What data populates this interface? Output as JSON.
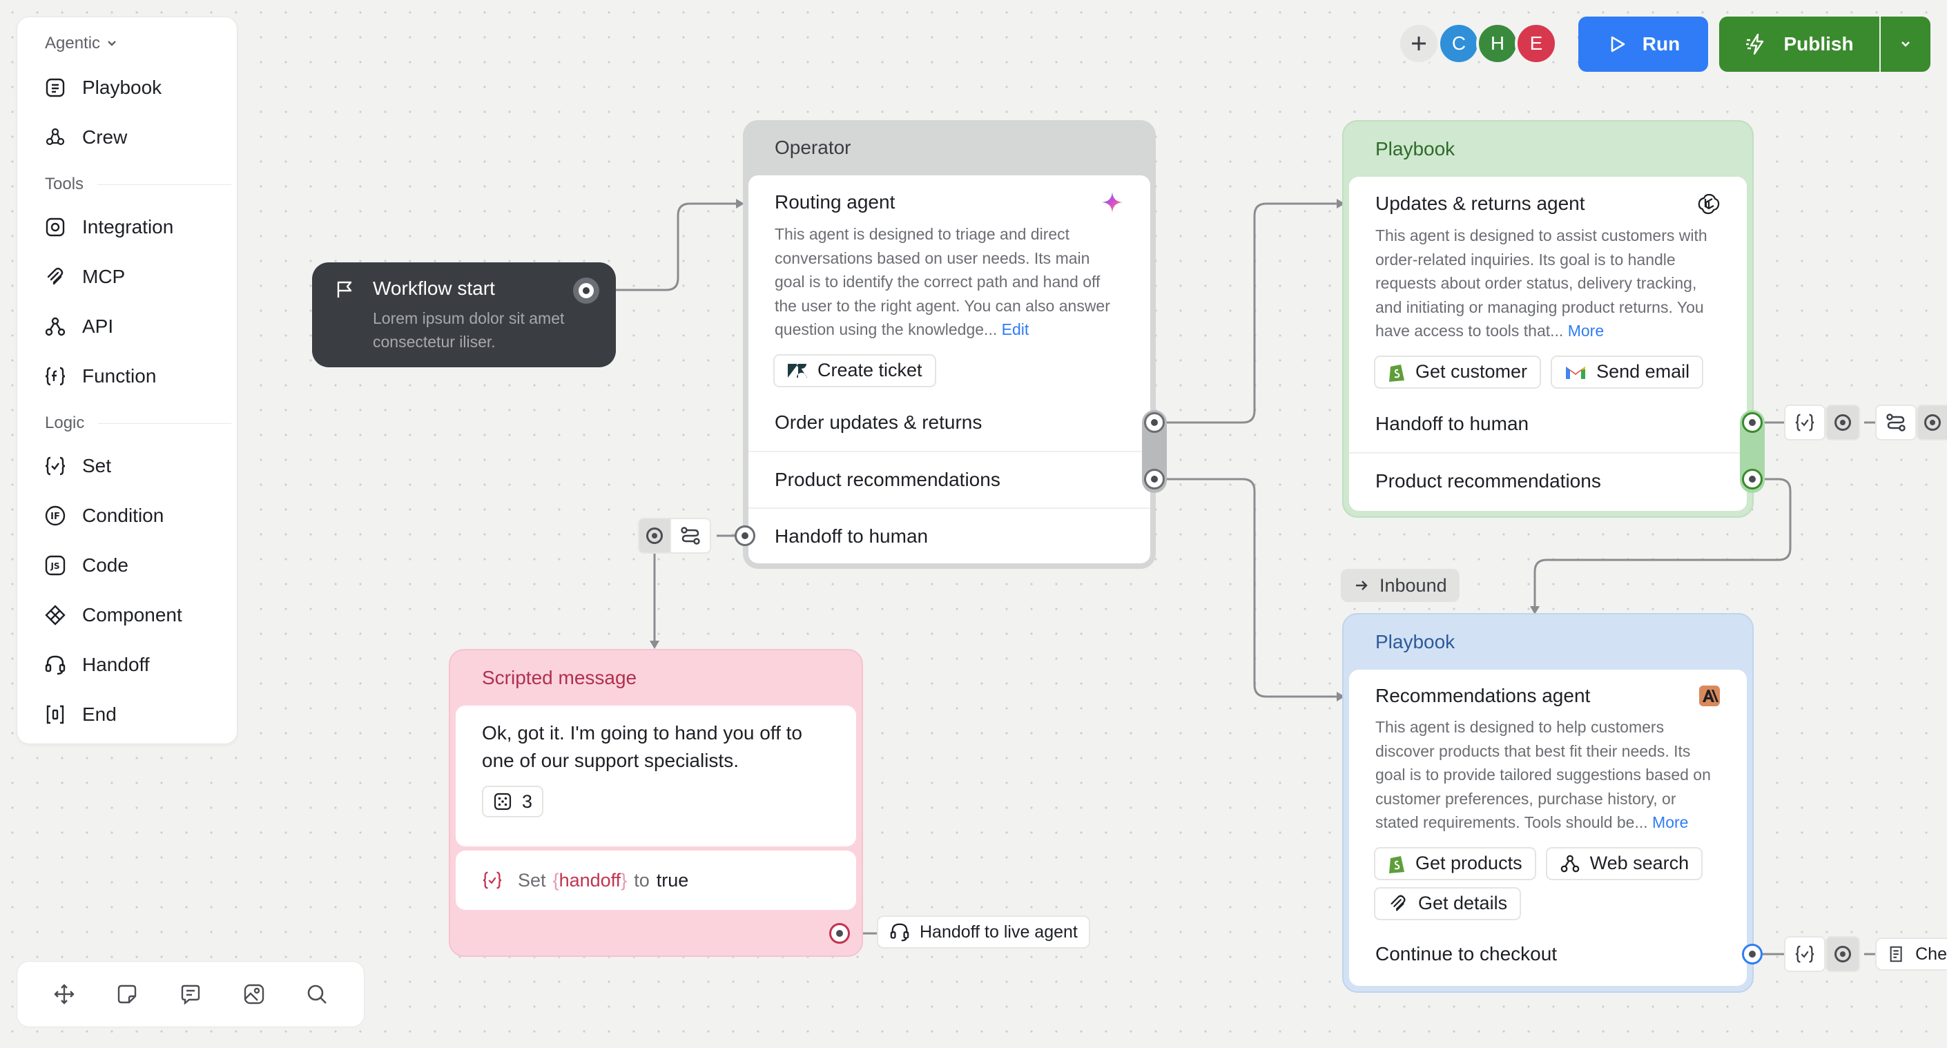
{
  "sidebar": {
    "sections": [
      {
        "title": "Agentic",
        "items": [
          {
            "label": "Playbook",
            "icon": "playbook-icon"
          },
          {
            "label": "Crew",
            "icon": "crew-icon"
          }
        ]
      },
      {
        "title": "Tools",
        "items": [
          {
            "label": "Integration",
            "icon": "integration-icon"
          },
          {
            "label": "MCP",
            "icon": "mcp-icon"
          },
          {
            "label": "API",
            "icon": "api-icon"
          },
          {
            "label": "Function",
            "icon": "function-icon"
          }
        ]
      },
      {
        "title": "Logic",
        "items": [
          {
            "label": "Set",
            "icon": "set-variable-icon"
          },
          {
            "label": "Condition",
            "icon": "condition-icon"
          },
          {
            "label": "Code",
            "icon": "code-icon"
          },
          {
            "label": "Component",
            "icon": "component-icon"
          },
          {
            "label": "Handoff",
            "icon": "headset-icon"
          },
          {
            "label": "End",
            "icon": "end-icon"
          }
        ]
      }
    ]
  },
  "topbar": {
    "avatars": [
      {
        "initial": "C",
        "color": "#2f8fd8"
      },
      {
        "initial": "H",
        "color": "#3a8a3e"
      },
      {
        "initial": "E",
        "color": "#d8384e"
      }
    ],
    "run_label": "Run",
    "publish_label": "Publish"
  },
  "start": {
    "title": "Workflow start",
    "desc": "Lorem ipsum dolor sit amet consectetur iliser."
  },
  "operator": {
    "header": "Operator",
    "agent_title": "Routing agent",
    "desc": "This agent is designed to triage and direct conversations based on user needs. Its main goal is to identify the correct path and hand off the user to the right agent. You can also answer question using the knowledge...",
    "desc_link": "Edit",
    "tool": "Create ticket",
    "routes": [
      "Order updates & returns",
      "Product recommendations",
      "Handoff to human"
    ]
  },
  "playbook_updates": {
    "header": "Playbook",
    "agent_title": "Updates & returns agent",
    "desc": "This agent is designed to assist customers with order-related inquiries. Its goal is to handle requests about order status, delivery tracking, and initiating or managing product returns. You have access to tools that...",
    "desc_link": "More",
    "tools": [
      "Get customer",
      "Send email"
    ],
    "routes": [
      "Handoff to human",
      "Product recommendations"
    ]
  },
  "inbound_label": "Inbound",
  "playbook_reco": {
    "header": "Playbook",
    "agent_title": "Recommendations agent",
    "desc": "This agent is designed to help customers discover products that best fit their needs. Its goal is to provide tailored suggestions based on customer preferences, purchase history, or stated requirements. Tools should be...",
    "desc_link": "More",
    "tools": [
      "Get products",
      "Web search",
      "Get details"
    ],
    "routes": [
      "Continue to checkout"
    ],
    "next_label": "Che"
  },
  "scripted": {
    "header": "Scripted message",
    "message": "Ok, got it. I'm going to hand you off to one of our support specialists.",
    "variant_count": "3",
    "set_prefix": "Set",
    "set_var": "handoff",
    "set_mid": "to",
    "set_value": "true"
  },
  "handoff_live_label": "Handoff to live agent",
  "colors": {
    "operator_header": "#d5d6d6",
    "playbook_green": "#cfe8cf",
    "playbook_blue": "#d2e2f4",
    "scripted_pink": "#fbd3dc",
    "run_blue": "#2f7cf6",
    "publish_green": "#3a8a2e",
    "start_dark": "#3a3d42"
  }
}
